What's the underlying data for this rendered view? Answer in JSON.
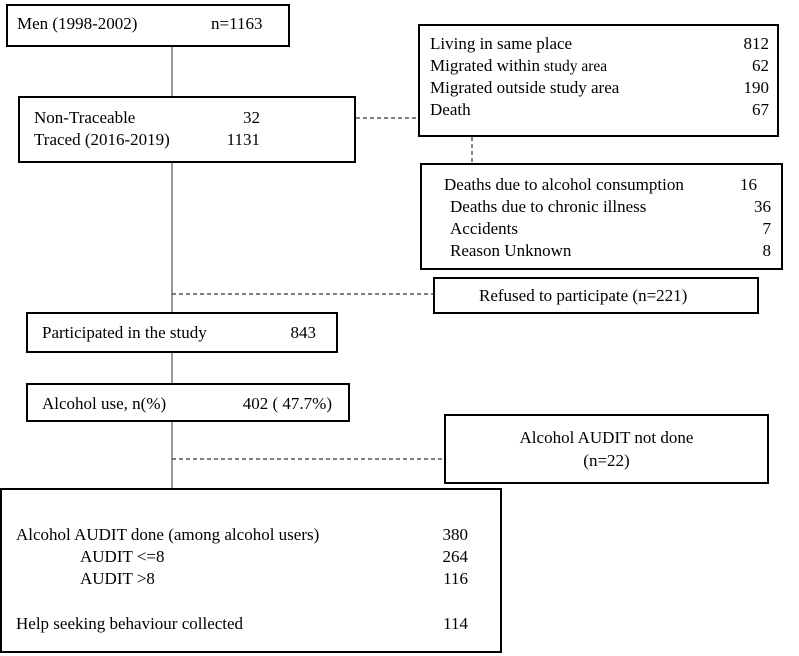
{
  "start": {
    "label": "Men (1998-2002)",
    "n": "n=1163"
  },
  "trace": {
    "rows": [
      {
        "label": "Non-Traceable",
        "value": "32"
      },
      {
        "label": "Traced (2016-2019)",
        "value": "1131"
      }
    ]
  },
  "status": {
    "rows": [
      {
        "label": "Living in same place",
        "value": "812"
      },
      {
        "label_main": "Migrated within",
        "label_small": " study area",
        "value": "62"
      },
      {
        "label": "Migrated outside study area",
        "value": "190"
      },
      {
        "label": "Death",
        "value": "67"
      }
    ]
  },
  "deaths": {
    "rows": [
      {
        "label": "Deaths due to alcohol consumption",
        "value": "16"
      },
      {
        "label": "Deaths due to chronic illness",
        "value": "36"
      },
      {
        "label": "Accidents",
        "value": "7"
      },
      {
        "label": "Reason Unknown",
        "value": "8"
      }
    ]
  },
  "refused": {
    "label": "Refused to participate (n=221)"
  },
  "participated": {
    "label": "Participated in the study",
    "value": "843"
  },
  "alcohol_use": {
    "label": "Alcohol use, n(%)",
    "value": "402 ( 47.7%)"
  },
  "audit_not_done": {
    "line1": "Alcohol AUDIT not done",
    "line2": "(n=22)"
  },
  "audit_done": {
    "rows": [
      {
        "label": "Alcohol AUDIT done (among alcohol users)",
        "value": "380"
      },
      {
        "label": "AUDIT <=8",
        "value": "264"
      },
      {
        "label": "AUDIT  >8",
        "value": "116"
      },
      {
        "label": "Help seeking behaviour collected",
        "value": "114"
      }
    ]
  }
}
